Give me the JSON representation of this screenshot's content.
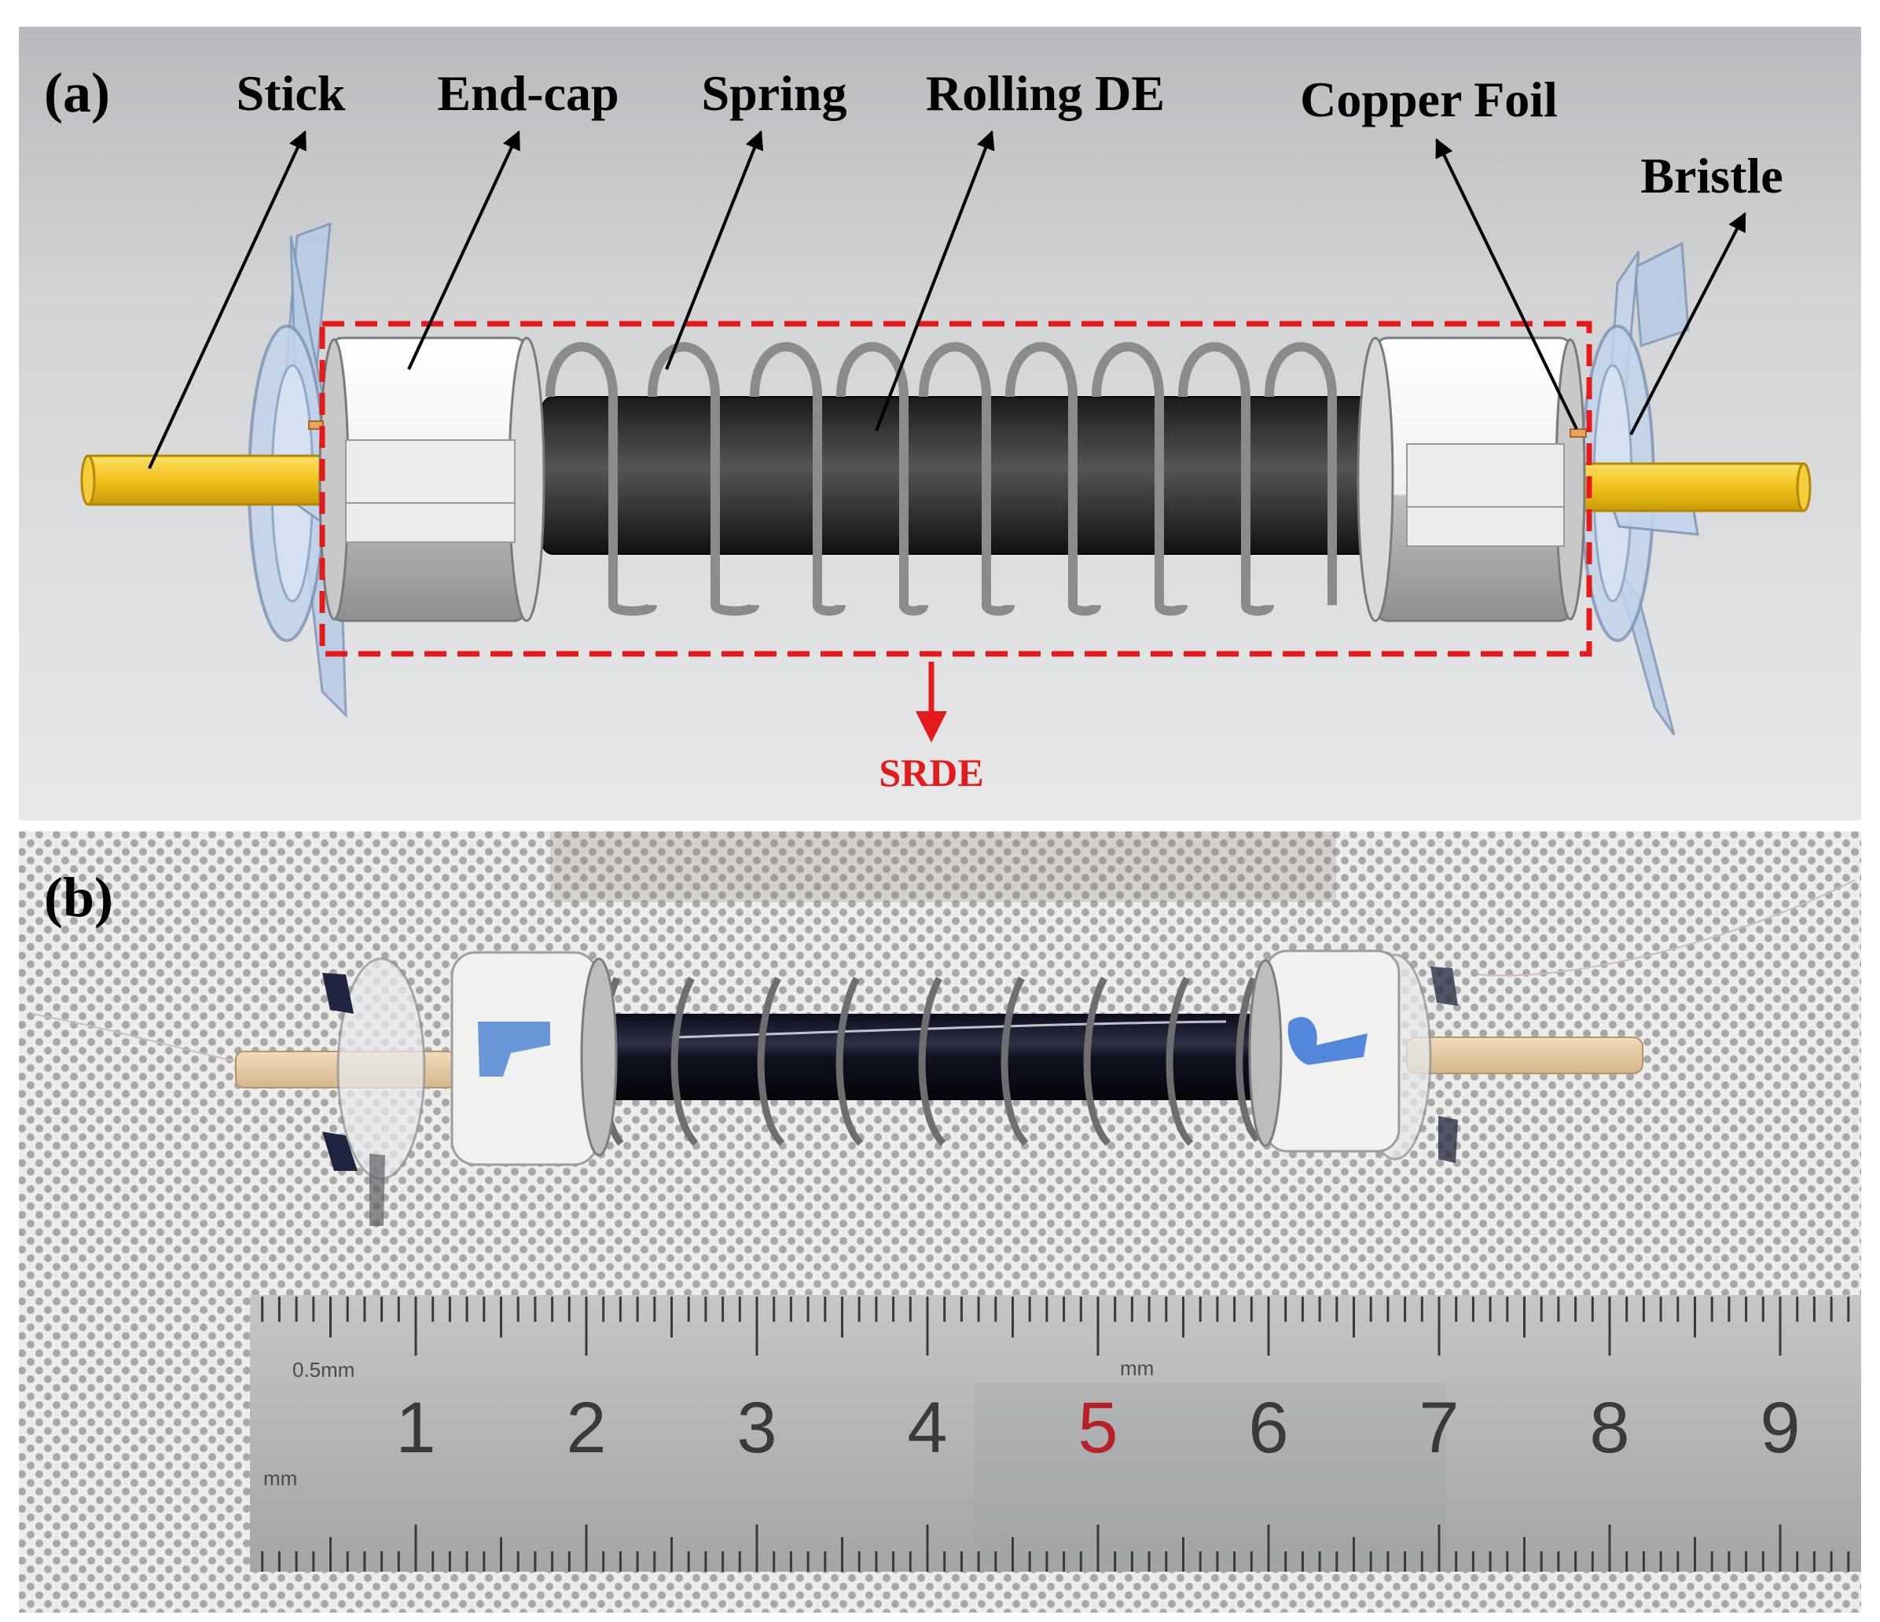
{
  "figure": {
    "panel_a": {
      "panel_label": "(a)",
      "callouts": {
        "stick": "Stick",
        "end_cap": "End-cap",
        "spring": "Spring",
        "rolling_de": "Rolling DE",
        "copper_foil": "Copper Foil",
        "bristle": "Bristle"
      },
      "boundary_label": "SRDE",
      "colors": {
        "background": "#d9dadc",
        "stick": "#f2c21a",
        "dashed_box": "#e31b1b",
        "end_cap": "#f3f3f3",
        "rolling_de": "#2d2d2d",
        "spring": "#8c8c8c",
        "bristle": "#a9c3e2"
      }
    },
    "panel_b": {
      "panel_label": "(b)",
      "ruler": {
        "major_labels": [
          "1",
          "2",
          "3",
          "4",
          "5",
          "6",
          "7",
          "8",
          "9"
        ],
        "highlight_label": "5",
        "highlight_color": "#b8202a",
        "upper_scale_label": "0.5mm",
        "upper_unit_label": "mm",
        "lower_unit_label": "mm"
      },
      "colors": {
        "background": "#ebebe8",
        "dots": "#a9a9a9",
        "ruler": "#b9bbbd"
      }
    }
  }
}
